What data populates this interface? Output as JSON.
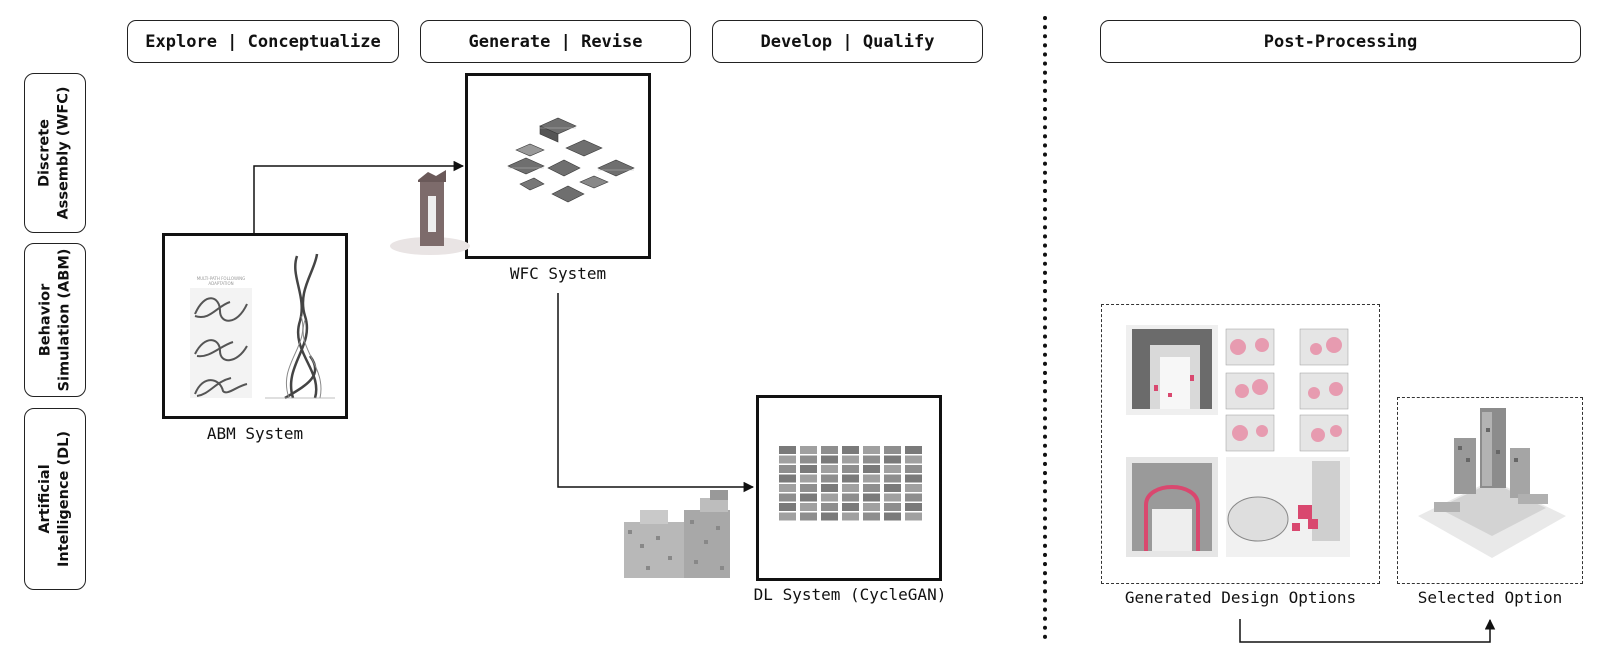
{
  "phases": {
    "explore": "Explore | Conceptualize",
    "generate": "Generate | Revise",
    "develop": "Develop | Qualify",
    "post": "Post-Processing"
  },
  "rows": {
    "wfc": {
      "line1": "Discrete",
      "line2": "Assembly (WFC)"
    },
    "abm": {
      "line1": "Behavior",
      "line2": "Simulation (ABM)"
    },
    "dl": {
      "line1": "Artificial",
      "line2": "Intelligence (DL)"
    }
  },
  "systems": {
    "abm": "ABM System",
    "wfc": "WFC System",
    "dl": "DL System (CycleGAN)"
  },
  "post_processing": {
    "generated": "Generated Design Options",
    "selected": "Selected Option"
  },
  "colors": {
    "frame": "#111111",
    "accent_pink": "#d9486f",
    "gray": "#8a8a8a"
  }
}
